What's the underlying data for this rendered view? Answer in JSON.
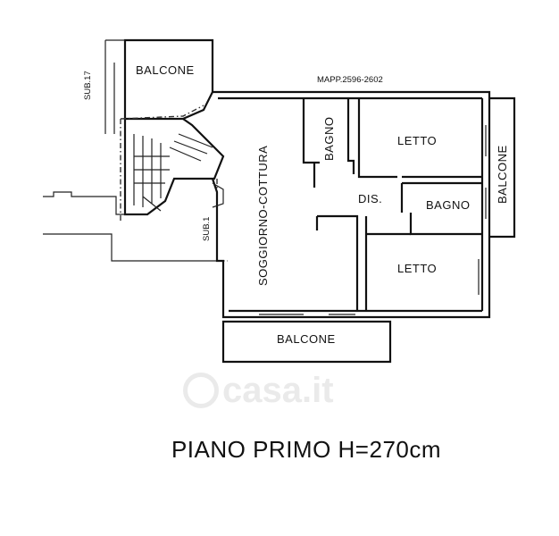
{
  "plan": {
    "cadastral_ref": "MAPP.2596-2602",
    "sub_labels": {
      "top": "SUB.17",
      "side": "SUB.1"
    },
    "rooms": {
      "balcone_top": "BALCONE",
      "soggiorno": "SOGGIORNO-COTTURA",
      "bagno_small": "BAGNO",
      "letto_top": "LETTO",
      "disimpegno": "DIS.",
      "bagno_right": "BAGNO",
      "letto_bottom": "LETTO",
      "balcone_right": "BALCONE",
      "balcone_bottom": "BALCONE"
    }
  },
  "watermark": {
    "text": "casa.it"
  },
  "footer": {
    "title": "PIANO PRIMO H=270cm"
  }
}
